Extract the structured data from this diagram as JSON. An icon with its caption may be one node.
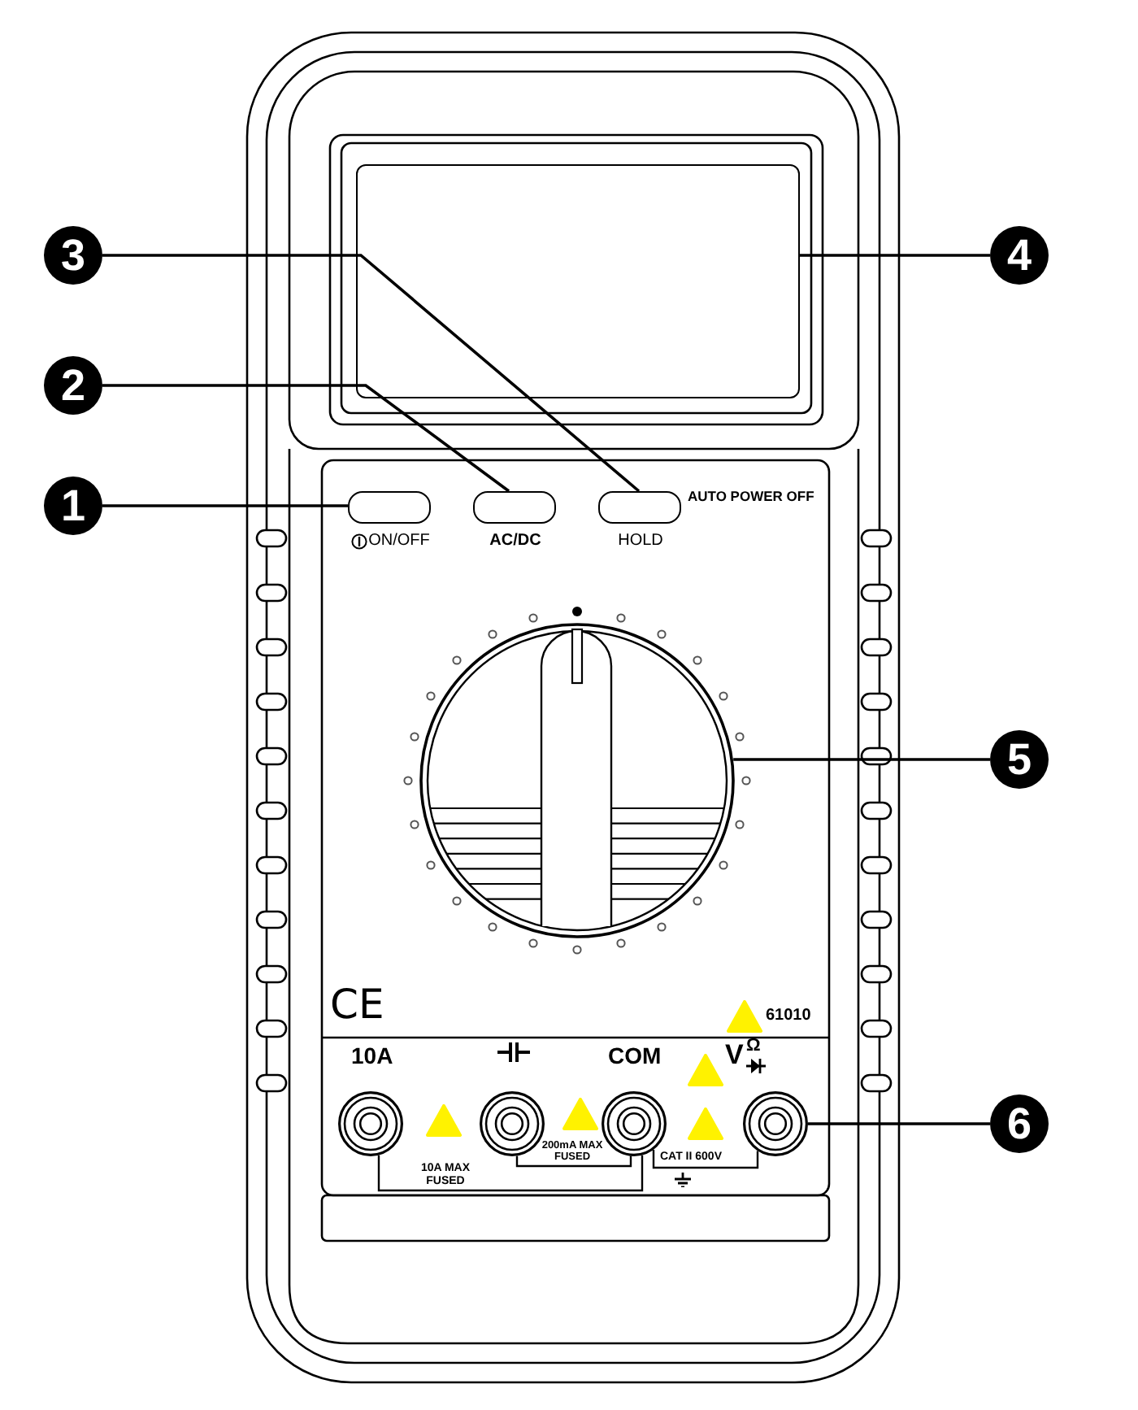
{
  "diagram": {
    "nodes": [
      {
        "text": [
          "1"
        ]
      },
      {
        "text": [
          "2"
        ]
      },
      {
        "text": [
          "3"
        ]
      },
      {
        "text": [
          "4"
        ]
      },
      {
        "text": [
          "5"
        ]
      },
      {
        "text": [
          "6"
        ]
      },
      {
        "text": [
          "ON/OFF"
        ]
      },
      {
        "text": [
          "AC/DC"
        ]
      },
      {
        "text": [
          "HOLD"
        ]
      },
      {
        "text": [],
        "shape": "box"
      },
      {
        "text": [],
        "shape": "circle"
      },
      {
        "text": [],
        "shape": "circle"
      },
      {
        "text": [],
        "shape": "circle"
      },
      {
        "text": [],
        "shape": "circle"
      },
      {
        "text": [],
        "shape": "circle"
      }
    ],
    "edges": [
      {
        "from": 0,
        "to": 6,
        "arrow": "none"
      },
      {
        "from": 1,
        "to": 7,
        "arrow": "none"
      },
      {
        "from": 2,
        "to": 8,
        "arrow": "none"
      },
      {
        "from": 3,
        "to": 9,
        "arrow": "none"
      },
      {
        "from": 4,
        "to": 10,
        "arrow": "none"
      },
      {
        "from": 5,
        "to": 14,
        "arrow": "none"
      },
      {
        "from": 11,
        "to": 13,
        "arrow": "none",
        "label": "10A MAX FUSED"
      },
      {
        "from": 12,
        "to": 13,
        "arrow": "none",
        "label": "200mA MAX FUSED"
      },
      {
        "from": 13,
        "to": 14,
        "arrow": "none",
        "label": "CAT II 600V"
      }
    ],
    "labels": [
      "AUTO POWER OFF",
      "CE",
      "61010",
      "10A",
      "COM",
      "V",
      "Ω"
    ]
  }
}
